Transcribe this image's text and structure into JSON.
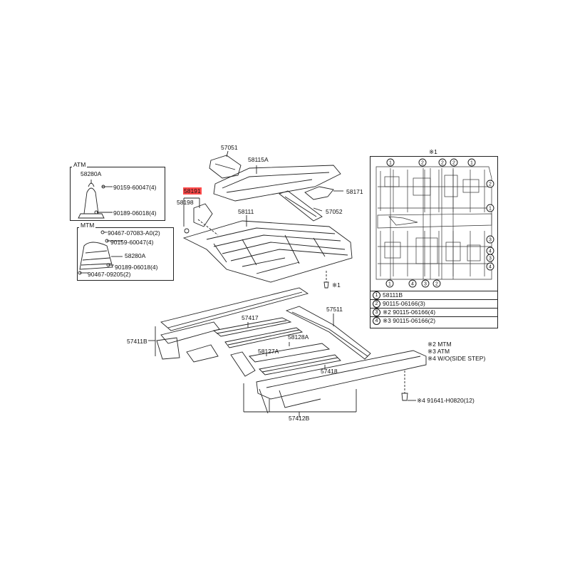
{
  "atm_box": {
    "title": "ATM",
    "part": "58280A",
    "bolt1": "90159-60047(4)",
    "bolt2": "90189-06018(4)"
  },
  "mtm_box": {
    "title": "MTM",
    "p1": "90467-07083-A0(2)",
    "p2": "90159-60047(4)",
    "part": "58280A",
    "p3": "90189-06018(4)",
    "p4": "90467-09205(2)"
  },
  "labels": {
    "p57051": "57051",
    "p58115A": "58115A",
    "p58191": "58191",
    "p58198": "58198",
    "p58171": "58171",
    "p58111": "58111",
    "p57052": "57052",
    "p57511": "57511",
    "p57417": "57417",
    "p57411B": "57411B",
    "p58128A": "58128A",
    "p58127A": "58127A",
    "p57418": "57418",
    "p57412B": "57412B",
    "star1_note": "※1",
    "bottom_bolt": "※4 91641-H0820(12)"
  },
  "detail": {
    "title": "※1",
    "markers": [
      "1",
      "2",
      "3",
      "4"
    ]
  },
  "legend": [
    {
      "num": "1",
      "text": "58111B"
    },
    {
      "num": "2",
      "text": "90115-06166(3)"
    },
    {
      "num": "3",
      "text": "※2 90115-06166(4)"
    },
    {
      "num": "4",
      "text": "※3 90115-06166(2)"
    }
  ],
  "notes": [
    "※2 MTM",
    "※3 ATM",
    "※4 W/O(SIDE STEP)"
  ]
}
